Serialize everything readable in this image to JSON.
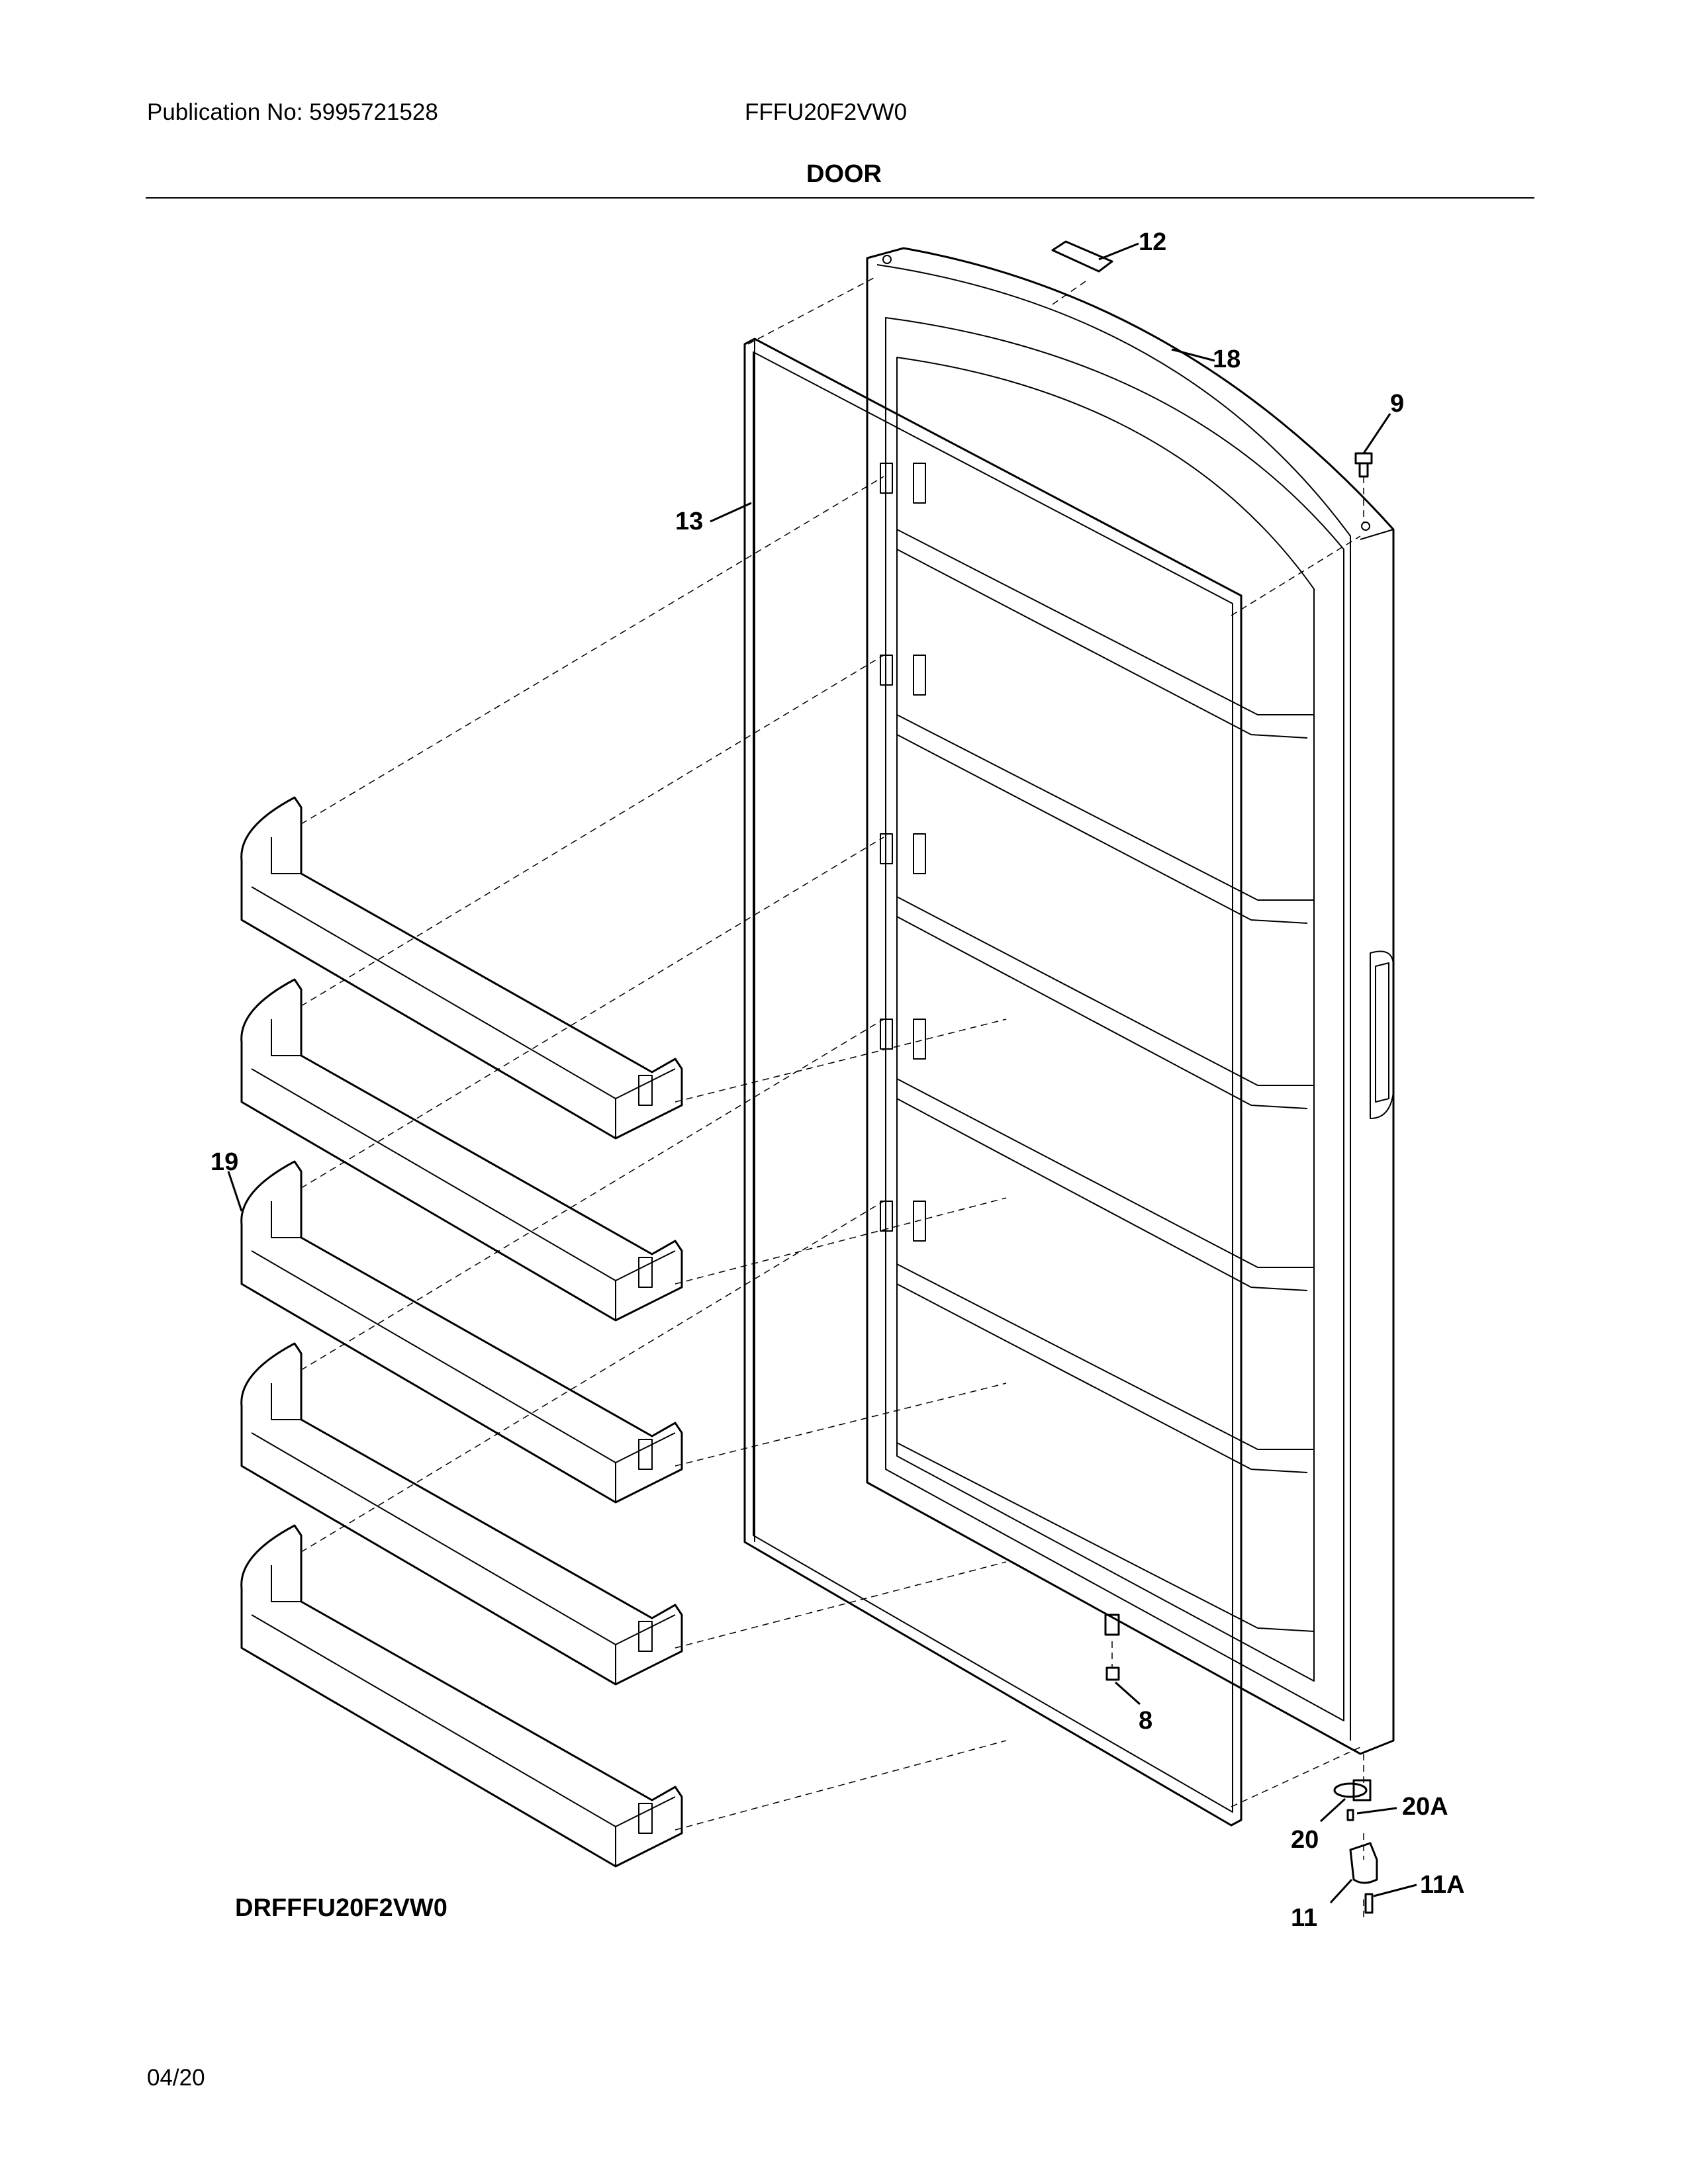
{
  "header": {
    "publication": "Publication No: 5995721528",
    "model": "FFFU20F2VW0",
    "section_title": "DOOR"
  },
  "footer": {
    "drawing_code": "DRFFFU20F2VW0",
    "date": "04/20"
  },
  "callouts": {
    "c12": "12",
    "c18": "18",
    "c9": "9",
    "c13": "13",
    "c19": "19",
    "c8": "8",
    "c20A": "20A",
    "c20": "20",
    "c11": "11",
    "c11A": "11A"
  }
}
